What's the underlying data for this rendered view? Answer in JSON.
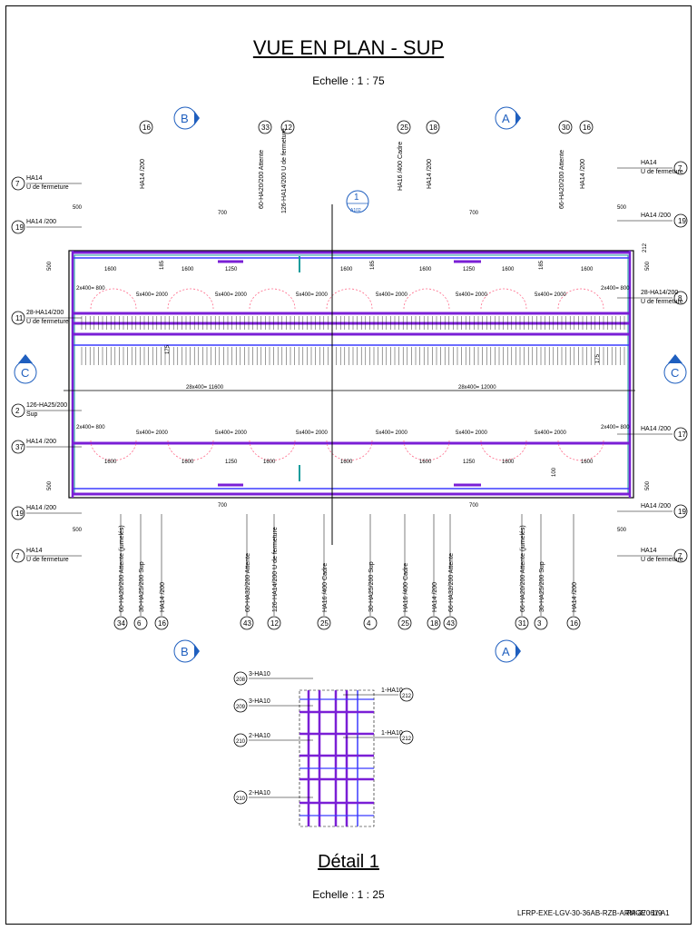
{
  "title": "VUE EN PLAN - SUP",
  "scale": "Echelle : 1 : 75",
  "detail_title": "Détail 1",
  "detail_scale": "Echelle :  1 : 25",
  "footer_ref": "LFRP-EXE-LGV-30-36AB-RZB-ARM-37061-A1",
  "footer_page": "PAGE :  1/9",
  "colors": {
    "bar_purple": "#7a1fd6",
    "bar_blue": "#3b3bff",
    "section_blue": "#1f5fbf",
    "cyan": "#159c9c",
    "pink": "#ff6b8a"
  },
  "section_markers": {
    "a": "A",
    "b": "B",
    "c": "C"
  },
  "detail_callout": {
    "number": "1",
    "ref": "A102"
  },
  "top_labels": [
    {
      "n": "16",
      "t": "HA14 /200"
    },
    {
      "n": "33",
      "t": "60-HA20/200 Attente"
    },
    {
      "n": "12",
      "t": "126-HA14/200 U de fermeture"
    },
    {
      "n": "25",
      "t": "HA16 /400 Cadre"
    },
    {
      "n": "18",
      "t": "HA14 /200"
    },
    {
      "n": "30",
      "t": "66-HA20/200 Attente"
    },
    {
      "n": "16",
      "t": "HA14 /200"
    }
  ],
  "bottom_labels": [
    {
      "n": "34",
      "t": "60-HA20/200 Attente (jumelés)"
    },
    {
      "n": "6",
      "t": "30-HA25/200 Sup"
    },
    {
      "n": "16",
      "t": "HA14 /200"
    },
    {
      "n": "43",
      "t": "60-HA32/200 Attente"
    },
    {
      "n": "12",
      "t": "126-HA14/200 U de fermeture"
    },
    {
      "n": "25",
      "t": "HA16 /400 Cadre"
    },
    {
      "n": "4",
      "t": "30-HA25/200 Sup"
    },
    {
      "n": "25",
      "t": "HA16 /400 Cadre"
    },
    {
      "n": "18",
      "t": "HA14 /200"
    },
    {
      "n": "43",
      "t": "66-HA32/200 Attente"
    },
    {
      "n": "31",
      "t": "66-HA20/200 Attente (jumelés)"
    },
    {
      "n": "3",
      "t": "30-HA25/200 Sup"
    },
    {
      "n": "16",
      "t": "HA14 /200"
    }
  ],
  "left_labels": [
    {
      "n": "7",
      "t1": "HA14",
      "t2": "U de fermeture"
    },
    {
      "n": "19",
      "t1": "HA14 /200",
      "t2": ""
    },
    {
      "n": "11",
      "t1": "28-HA14/200",
      "t2": "U de fermeture"
    },
    {
      "n": "2",
      "t1": "126-HA25/200",
      "t2": "Sup"
    },
    {
      "n": "37",
      "t1": "HA14 /200",
      "t2": ""
    },
    {
      "n": "19",
      "t1": "HA14 /200",
      "t2": ""
    },
    {
      "n": "7",
      "t1": "HA14",
      "t2": "U de fermeture"
    }
  ],
  "right_labels": [
    {
      "n": "7",
      "t1": "HA14",
      "t2": "U de fermeture"
    },
    {
      "n": "19",
      "t1": "HA14 /200",
      "t2": ""
    },
    {
      "n": "8",
      "t1": "28-HA14/200",
      "t2": "U de fermeture"
    },
    {
      "n": "17",
      "t1": "HA14 /200",
      "t2": ""
    },
    {
      "n": "19",
      "t1": "HA14 /200",
      "t2": ""
    },
    {
      "n": "7",
      "t1": "HA14",
      "t2": "U de fermeture"
    }
  ],
  "dimensions": {
    "d500": "500",
    "d700": "700",
    "d1600": "1600",
    "d1250": "1250",
    "five400": "5x400= 2000",
    "two400": "2x400= 800",
    "left_long": "28x400= 11600",
    "right_long": "28x400= 12000",
    "d185": "185",
    "d175": "175",
    "d212": "212",
    "d100": "100"
  },
  "detail_labels": [
    {
      "n": "208",
      "t": "3-HA10"
    },
    {
      "n": "209",
      "t": "3-HA10"
    },
    {
      "n": "210",
      "t": "2-HA10"
    },
    {
      "n": "210",
      "t": "2-HA10"
    },
    {
      "n": "212",
      "t": "1-HA10"
    },
    {
      "n": "212",
      "t": "1-HA10"
    }
  ]
}
